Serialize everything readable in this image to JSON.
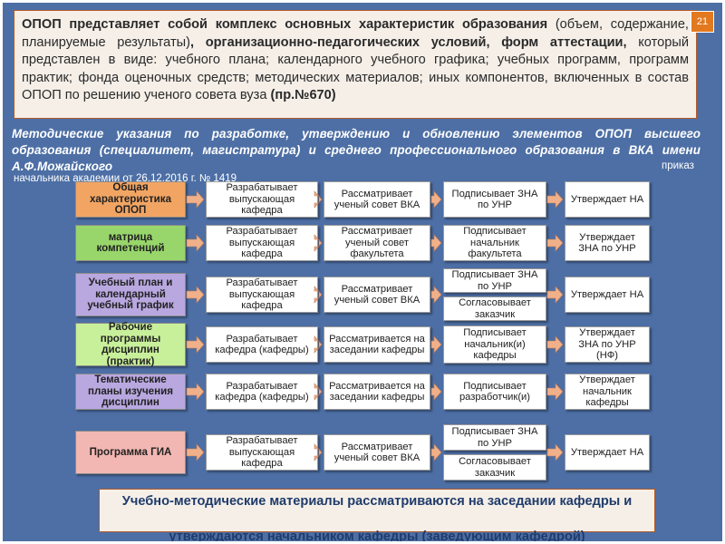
{
  "top_box": {
    "part1": "ОПОП представляет собой комплекс основных характеристик образования",
    "part2": " (объем, содержание, планируемые результаты)",
    "part3": ", организационно-педагогических условий, форм аттестации,",
    "part4": " который представлен в виде: учебного плана; календарного учебного графика; учебных программ, программ практик; фонда оценочных средств; методических материалов; иных компонентов, включенных в состав ОПОП по решению ученого совета вуза ",
    "part5": "(пр.№670)"
  },
  "page_number": "21",
  "subtitle": "Методические указания по разработке, утверждению и обновлению элементов ОПОП высшего образования (специалитет, магистратура) и среднего профессионального образования в ВКА имени А.Ф.Можайского",
  "order_label": "приказ",
  "order_note": "начальника академии от 26.12.2016 г. № 1419",
  "colors": {
    "background": "#4d6fa5",
    "orange": "#f2a563",
    "green": "#98d66b",
    "purple": "#b9a8e0",
    "light_green": "#c8f09a",
    "pink": "#f2b7b2",
    "box_border": "#b35c27",
    "arrow_fill": "#f0b08a"
  },
  "rows": [
    {
      "stage": "Общая характеристика ОПОП",
      "color": "#f2a563",
      "steps": [
        [
          "Разрабатывает выпускающая кафедра"
        ],
        [
          "Рассматривает ученый совет ВКА"
        ],
        [
          "Подписывает ЗНА по УНР"
        ],
        [
          "Утверждает НА"
        ]
      ]
    },
    {
      "stage": "матрица компетенций",
      "color": "#98d66b",
      "steps": [
        [
          "Разрабатывает выпускающая кафедра"
        ],
        [
          "Рассматривает ученый совет факультета"
        ],
        [
          "Подписывает начальник факультета"
        ],
        [
          "Утверждает ЗНА по УНР"
        ]
      ]
    },
    {
      "stage": "Учебный план и календарный учебный график",
      "color": "#b9a8e0",
      "steps": [
        [
          "Разрабатывает выпускающая кафедра"
        ],
        [
          "Рассматривает ученый совет ВКА"
        ],
        [
          "Подписывает ЗНА по УНР",
          "Согласовывает заказчик"
        ],
        [
          "Утверждает НА"
        ]
      ]
    },
    {
      "stage": "Рабочие программы дисциплин (практик)",
      "color": "#c8f09a",
      "steps": [
        [
          "Разрабатывает кафедра (кафедры)"
        ],
        [
          "Рассматривается на заседании кафедры"
        ],
        [
          "Подписывает начальник(и) кафедры"
        ],
        [
          "Утверждает ЗНА по УНР (НФ)"
        ]
      ]
    },
    {
      "stage": "Тематические планы изучения дисциплин",
      "color": "#b9a8e0",
      "steps": [
        [
          "Разрабатывает кафедра (кафедры)"
        ],
        [
          "Рассматривается на заседании кафедры"
        ],
        [
          "Подписывает разработчик(и)"
        ],
        [
          "Утверждает начальник кафедры"
        ]
      ]
    },
    {
      "stage": "Программа ГИА",
      "color": "#f2b7b2",
      "steps": [
        [
          "Разрабатывает выпускающая кафедра"
        ],
        [
          "Рассматривает ученый совет ВКА"
        ],
        [
          "Подписывает ЗНА по УНР",
          "Согласовывает заказчик"
        ],
        [
          "Утверждает НА"
        ]
      ]
    }
  ],
  "bottom_box": {
    "line1": "Учебно-методические материалы рассматриваются на заседании кафедры и",
    "line2": "утверждаются начальником кафедры (заведующим кафедрой)"
  }
}
